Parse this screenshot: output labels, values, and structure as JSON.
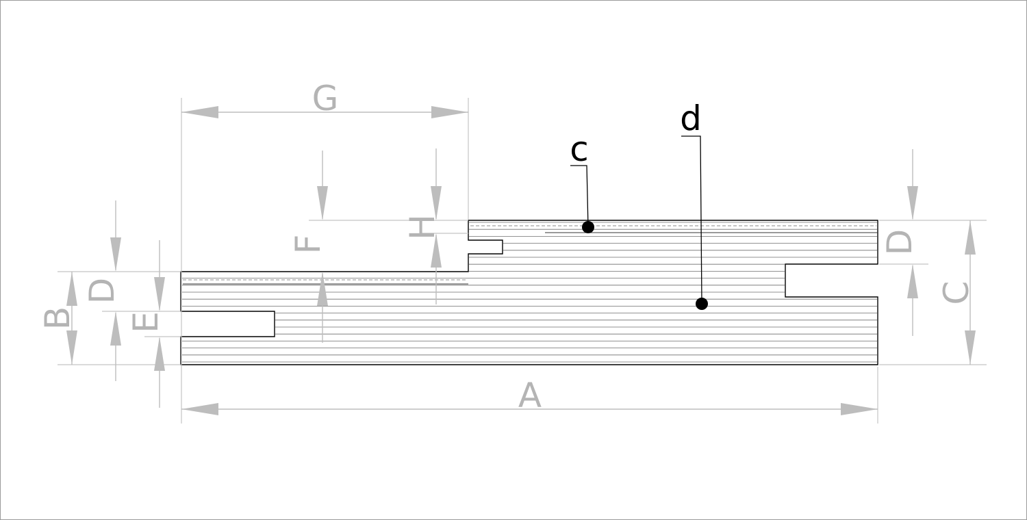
{
  "diagram": {
    "dimension_labels": {
      "a": "A",
      "b": "B",
      "c": "C",
      "d_left": "D",
      "d_right": "D",
      "e": "E",
      "f": "F",
      "g": "G",
      "h": "H"
    },
    "callouts": {
      "c": "c",
      "d": "d"
    },
    "colors": {
      "outline": "#000000",
      "dimension": "#b4b4b4",
      "hatch": "#6e6e6e"
    }
  }
}
